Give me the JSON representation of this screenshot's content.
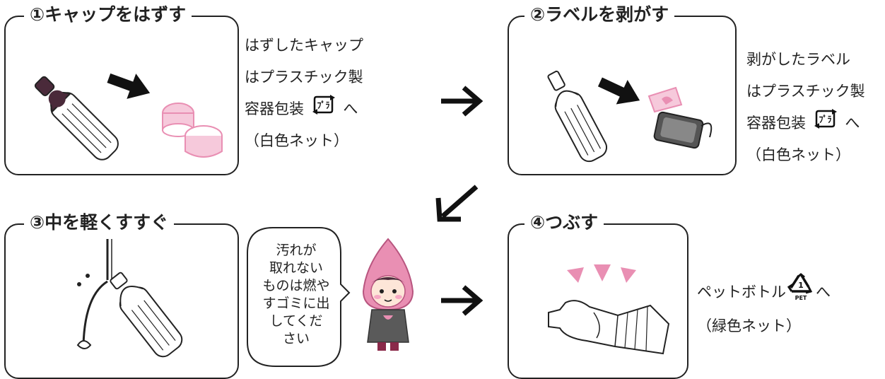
{
  "steps": [
    {
      "title": "①キャップをはずす",
      "lines": [
        "はずしたキャップ",
        "はプラスチック製",
        "容器包装",
        "（白色ネット）"
      ],
      "mark_after": "へ"
    },
    {
      "title": "②ラベルを剥がす",
      "lines": [
        "剥がしたラベル",
        "はプラスチック製",
        "容器包装",
        "（白色ネット）"
      ],
      "mark_after": "へ"
    },
    {
      "title": "③中を軽くすすぐ",
      "bubble": [
        "汚れが",
        "取れない",
        "ものは燃や",
        "すゴミに出",
        "してくだ",
        "さい"
      ]
    },
    {
      "title": "④つぶす",
      "lines": [
        "ペットボトル",
        "（緑色ネット）"
      ],
      "mark_after": "へ"
    }
  ],
  "marks": {
    "pla": {
      "icon": "pla-recycle-mark-icon",
      "text": "ﾌﾟﾗ"
    },
    "pet": {
      "icon": "pet-recycle-mark-icon",
      "number": "1",
      "label": "PET"
    }
  },
  "colors": {
    "pink": "#e98fb3",
    "pink_light": "#f6c9db",
    "line": "#222222",
    "dark": "#4a2a3a"
  }
}
